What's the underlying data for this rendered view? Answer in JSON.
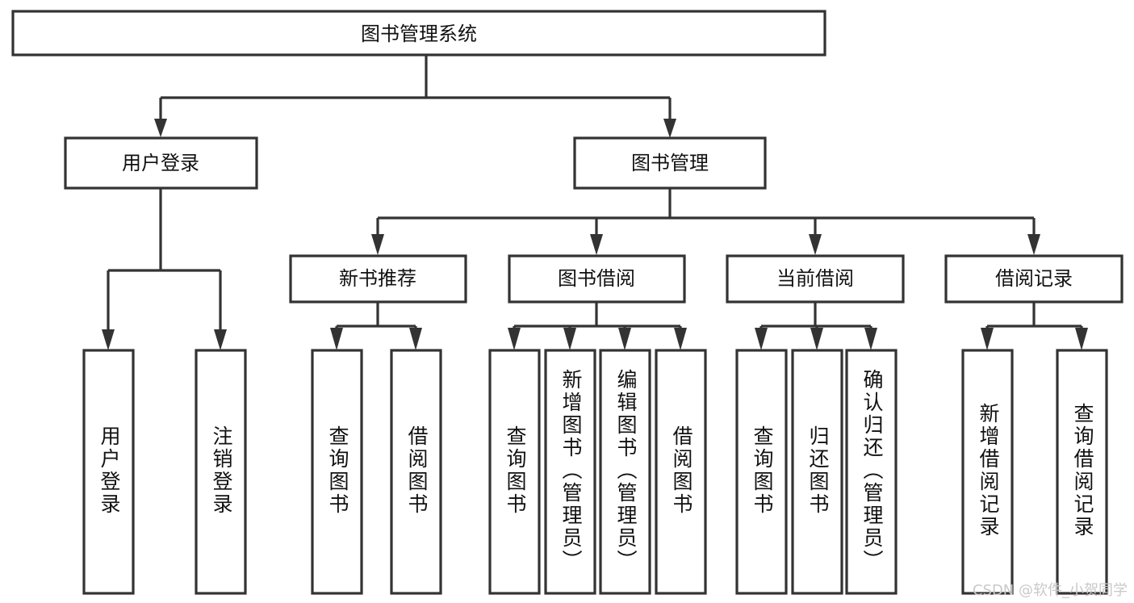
{
  "diagram": {
    "title": "图书管理系统",
    "type": "tree-hierarchy-diagram",
    "colors": {
      "stroke": "#333333",
      "fill": "#ffffff",
      "text": "#111111",
      "watermark": "#c9c9c9"
    },
    "levels": {
      "level1": "图书管理系统",
      "level2": [
        "用户登录",
        "图书管理"
      ],
      "level3": [
        "新书推荐",
        "图书借阅",
        "当前借阅",
        "借阅记录"
      ]
    },
    "nodes": {
      "root": {
        "label": "图书管理系统",
        "orientation": "horizontal"
      },
      "user_login": {
        "label": "用户登录",
        "orientation": "horizontal"
      },
      "book_manage": {
        "label": "图书管理",
        "orientation": "horizontal"
      },
      "new_book_rec": {
        "label": "新书推荐",
        "orientation": "horizontal"
      },
      "book_borrow": {
        "label": "图书借阅",
        "orientation": "horizontal"
      },
      "current_borrow": {
        "label": "当前借阅",
        "orientation": "horizontal"
      },
      "borrow_record": {
        "label": "借阅记录",
        "orientation": "horizontal"
      },
      "leaf_user_login": {
        "label": "用户登录",
        "orientation": "vertical"
      },
      "leaf_logout": {
        "label": "注销登录",
        "orientation": "vertical"
      },
      "leaf_query_book_a": {
        "label": "查询图书",
        "orientation": "vertical"
      },
      "leaf_borrow_book_a": {
        "label": "借阅图书",
        "orientation": "vertical"
      },
      "leaf_query_book_b": {
        "label": "查询图书",
        "orientation": "vertical"
      },
      "leaf_add_book": {
        "label": "新增图书（管理员）",
        "orientation": "vertical"
      },
      "leaf_edit_book": {
        "label": "编辑图书（管理员）",
        "orientation": "vertical"
      },
      "leaf_borrow_book_b": {
        "label": "借阅图书",
        "orientation": "vertical"
      },
      "leaf_query_book_c": {
        "label": "查询图书",
        "orientation": "vertical"
      },
      "leaf_return_book": {
        "label": "归还图书",
        "orientation": "vertical"
      },
      "leaf_confirm_return": {
        "label": "确认归还（管理员）",
        "orientation": "vertical"
      },
      "leaf_add_record": {
        "label": "新增借阅记录",
        "orientation": "vertical"
      },
      "leaf_query_record": {
        "label": "查询借阅记录",
        "orientation": "vertical"
      }
    },
    "edges": [
      {
        "from": "图书管理系统",
        "to": "用户登录"
      },
      {
        "from": "图书管理系统",
        "to": "图书管理"
      },
      {
        "from": "用户登录",
        "to": "用户登录"
      },
      {
        "from": "用户登录",
        "to": "注销登录"
      },
      {
        "from": "图书管理",
        "to": "新书推荐"
      },
      {
        "from": "图书管理",
        "to": "图书借阅"
      },
      {
        "from": "图书管理",
        "to": "当前借阅"
      },
      {
        "from": "图书管理",
        "to": "借阅记录"
      },
      {
        "from": "新书推荐",
        "to": "查询图书"
      },
      {
        "from": "新书推荐",
        "to": "借阅图书"
      },
      {
        "from": "图书借阅",
        "to": "查询图书"
      },
      {
        "from": "图书借阅",
        "to": "新增图书（管理员）"
      },
      {
        "from": "图书借阅",
        "to": "编辑图书（管理员）"
      },
      {
        "from": "图书借阅",
        "to": "借阅图书"
      },
      {
        "from": "当前借阅",
        "to": "查询图书"
      },
      {
        "from": "当前借阅",
        "to": "归还图书"
      },
      {
        "from": "当前借阅",
        "to": "确认归还（管理员）"
      },
      {
        "from": "借阅记录",
        "to": "新增借阅记录"
      },
      {
        "from": "借阅记录",
        "to": "查询借阅记录"
      }
    ]
  },
  "watermark": {
    "text": "CSDN @软件_小贺同学"
  }
}
